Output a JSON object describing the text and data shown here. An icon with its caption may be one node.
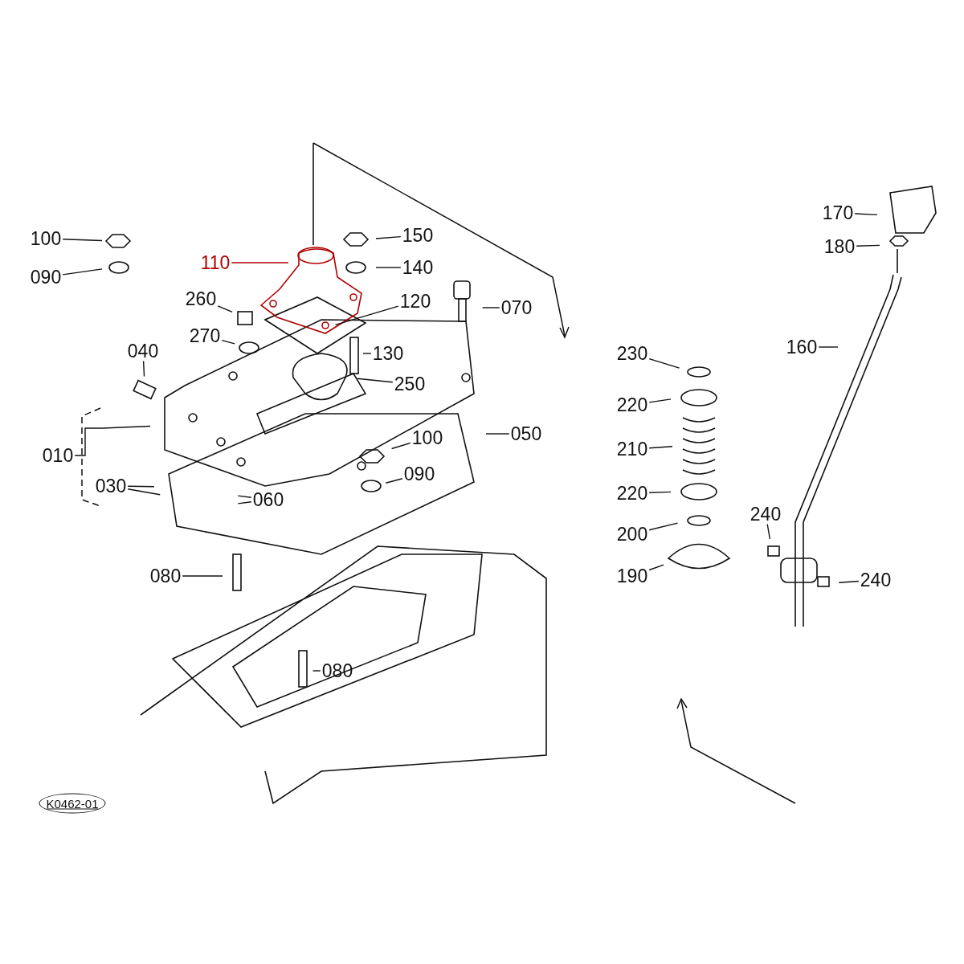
{
  "diagram": {
    "nodes": [
      {
        "text": [
          "100"
        ]
      },
      {
        "text": [
          "090"
        ]
      },
      {
        "text": [
          "110"
        ]
      },
      {
        "text": [
          "150"
        ]
      },
      {
        "text": [
          "140"
        ]
      },
      {
        "text": [
          "260"
        ]
      },
      {
        "text": [
          "270"
        ]
      },
      {
        "text": [
          "120"
        ]
      },
      {
        "text": [
          "070"
        ]
      },
      {
        "text": [
          "040"
        ]
      },
      {
        "text": [
          "130"
        ]
      },
      {
        "text": [
          "250"
        ]
      },
      {
        "text": [
          "010"
        ]
      },
      {
        "text": [
          "050"
        ]
      },
      {
        "text": [
          "100"
        ]
      },
      {
        "text": [
          "090"
        ]
      },
      {
        "text": [
          "030"
        ]
      },
      {
        "text": [
          "060"
        ]
      },
      {
        "text": [
          "080"
        ]
      },
      {
        "text": [
          "080"
        ]
      },
      {
        "text": [
          "170"
        ]
      },
      {
        "text": [
          "180"
        ]
      },
      {
        "text": [
          "160"
        ]
      },
      {
        "text": [
          "230"
        ]
      },
      {
        "text": [
          "220"
        ]
      },
      {
        "text": [
          "210"
        ]
      },
      {
        "text": [
          "220"
        ]
      },
      {
        "text": [
          "200"
        ]
      },
      {
        "text": [
          "190"
        ]
      },
      {
        "text": [
          "240"
        ]
      },
      {
        "text": [
          "240"
        ]
      },
      {
        "text": [
          "K0462-01"
        ]
      }
    ],
    "edges": [
      {
        "from": 0,
        "to": null,
        "arrow": "none"
      },
      {
        "from": 1,
        "to": null,
        "arrow": "none"
      },
      {
        "from": 2,
        "to": null,
        "arrow": "none",
        "color": "#b00000"
      },
      {
        "from": 3,
        "to": null,
        "arrow": "none"
      },
      {
        "from": 4,
        "to": null,
        "arrow": "none"
      },
      {
        "from": 5,
        "to": null,
        "arrow": "none"
      },
      {
        "from": 6,
        "to": null,
        "arrow": "none"
      },
      {
        "from": 7,
        "to": null,
        "arrow": "none"
      },
      {
        "from": 8,
        "to": null,
        "arrow": "none"
      },
      {
        "from": 9,
        "to": null,
        "arrow": "none"
      },
      {
        "from": 10,
        "to": null,
        "arrow": "none"
      },
      {
        "from": 11,
        "to": null,
        "arrow": "none"
      },
      {
        "from": 12,
        "to": null,
        "arrow": "none"
      },
      {
        "from": 13,
        "to": null,
        "arrow": "none"
      },
      {
        "from": 14,
        "to": null,
        "arrow": "none"
      },
      {
        "from": 15,
        "to": null,
        "arrow": "none"
      },
      {
        "from": 16,
        "to": null,
        "arrow": "none"
      },
      {
        "from": 16,
        "to": null,
        "arrow": "none"
      },
      {
        "from": 17,
        "to": null,
        "arrow": "none"
      },
      {
        "from": 17,
        "to": null,
        "arrow": "none"
      },
      {
        "from": 18,
        "to": null,
        "arrow": "none"
      },
      {
        "from": 19,
        "to": null,
        "arrow": "none"
      },
      {
        "from": 20,
        "to": null,
        "arrow": "none"
      },
      {
        "from": 21,
        "to": null,
        "arrow": "none"
      },
      {
        "from": 22,
        "to": null,
        "arrow": "none"
      },
      {
        "from": 23,
        "to": null,
        "arrow": "none"
      },
      {
        "from": 24,
        "to": null,
        "arrow": "none"
      },
      {
        "from": 25,
        "to": null,
        "arrow": "none"
      },
      {
        "from": 26,
        "to": null,
        "arrow": "none"
      },
      {
        "from": 27,
        "to": null,
        "arrow": "none"
      },
      {
        "from": 28,
        "to": null,
        "arrow": "none"
      },
      {
        "from": 29,
        "to": null,
        "arrow": "none"
      },
      {
        "from": 30,
        "to": null,
        "arrow": "none"
      }
    ]
  }
}
